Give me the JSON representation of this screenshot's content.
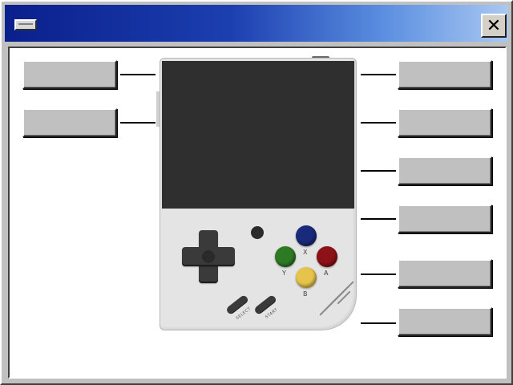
{
  "window": {
    "title": "",
    "system_icon": "window-menu-icon",
    "close_glyph": "✕"
  },
  "left_labels": [
    "",
    ""
  ],
  "right_labels": [
    "",
    "",
    "",
    "",
    "",
    ""
  ],
  "device": {
    "buttons": {
      "x": "X",
      "y": "Y",
      "a": "A",
      "b": "B",
      "select": "SELECT",
      "start": "START"
    },
    "colors": {
      "x": "#1a2a7a",
      "y": "#2e7a24",
      "a": "#8c1218",
      "b": "#e6c34a",
      "body": "#e4e4e4",
      "screen": "#2f2f2f"
    }
  }
}
